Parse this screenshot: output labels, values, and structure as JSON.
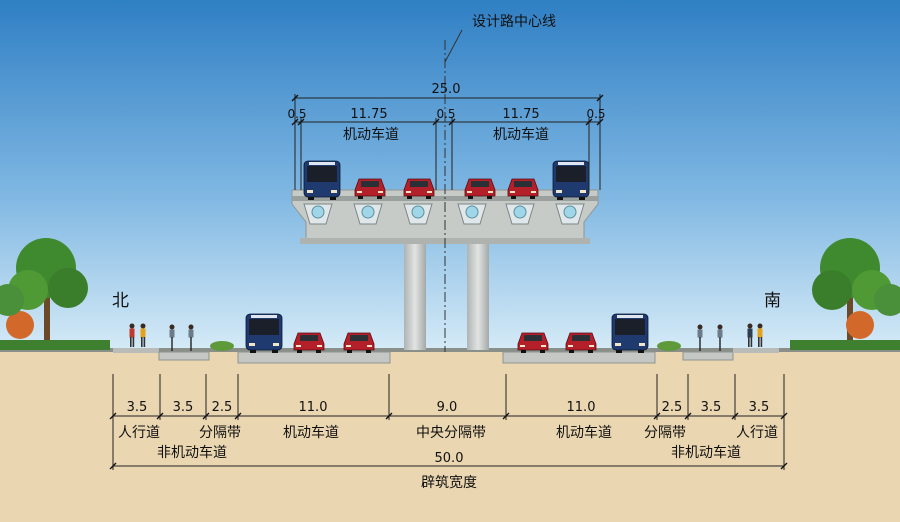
{
  "centerline_label": "设计路中心线",
  "directions": {
    "north": "北",
    "south": "南"
  },
  "elevated": {
    "total": "25.0",
    "parts": [
      "0.5",
      "11.75",
      "0.5",
      "11.75",
      "0.5"
    ],
    "lane_labels": [
      "机动车道",
      "机动车道"
    ]
  },
  "ground": {
    "dims": [
      "3.5",
      "3.5",
      "2.5",
      "11.0",
      "9.0",
      "11.0",
      "2.5",
      "3.5",
      "3.5"
    ],
    "labels": {
      "sidewalk_n": "人行道",
      "bike_n": "非机动车道",
      "median_n": "分隔带",
      "motor_n": "机动车道",
      "central": "中央分隔带",
      "motor_s": "机动车道",
      "median_s": "分隔带",
      "bike_s": "非机动车道",
      "sidewalk_s": "人行道"
    },
    "total": "50.0",
    "total_label": "辟筑宽度"
  },
  "colors": {
    "sky_top": "#2f7fc4",
    "sky_bottom": "#cfe6f5",
    "earth": "#ead6b0",
    "concrete": "#c9ccc9",
    "car_red": "#b3202a",
    "bus_blue": "#1f3a6e"
  }
}
